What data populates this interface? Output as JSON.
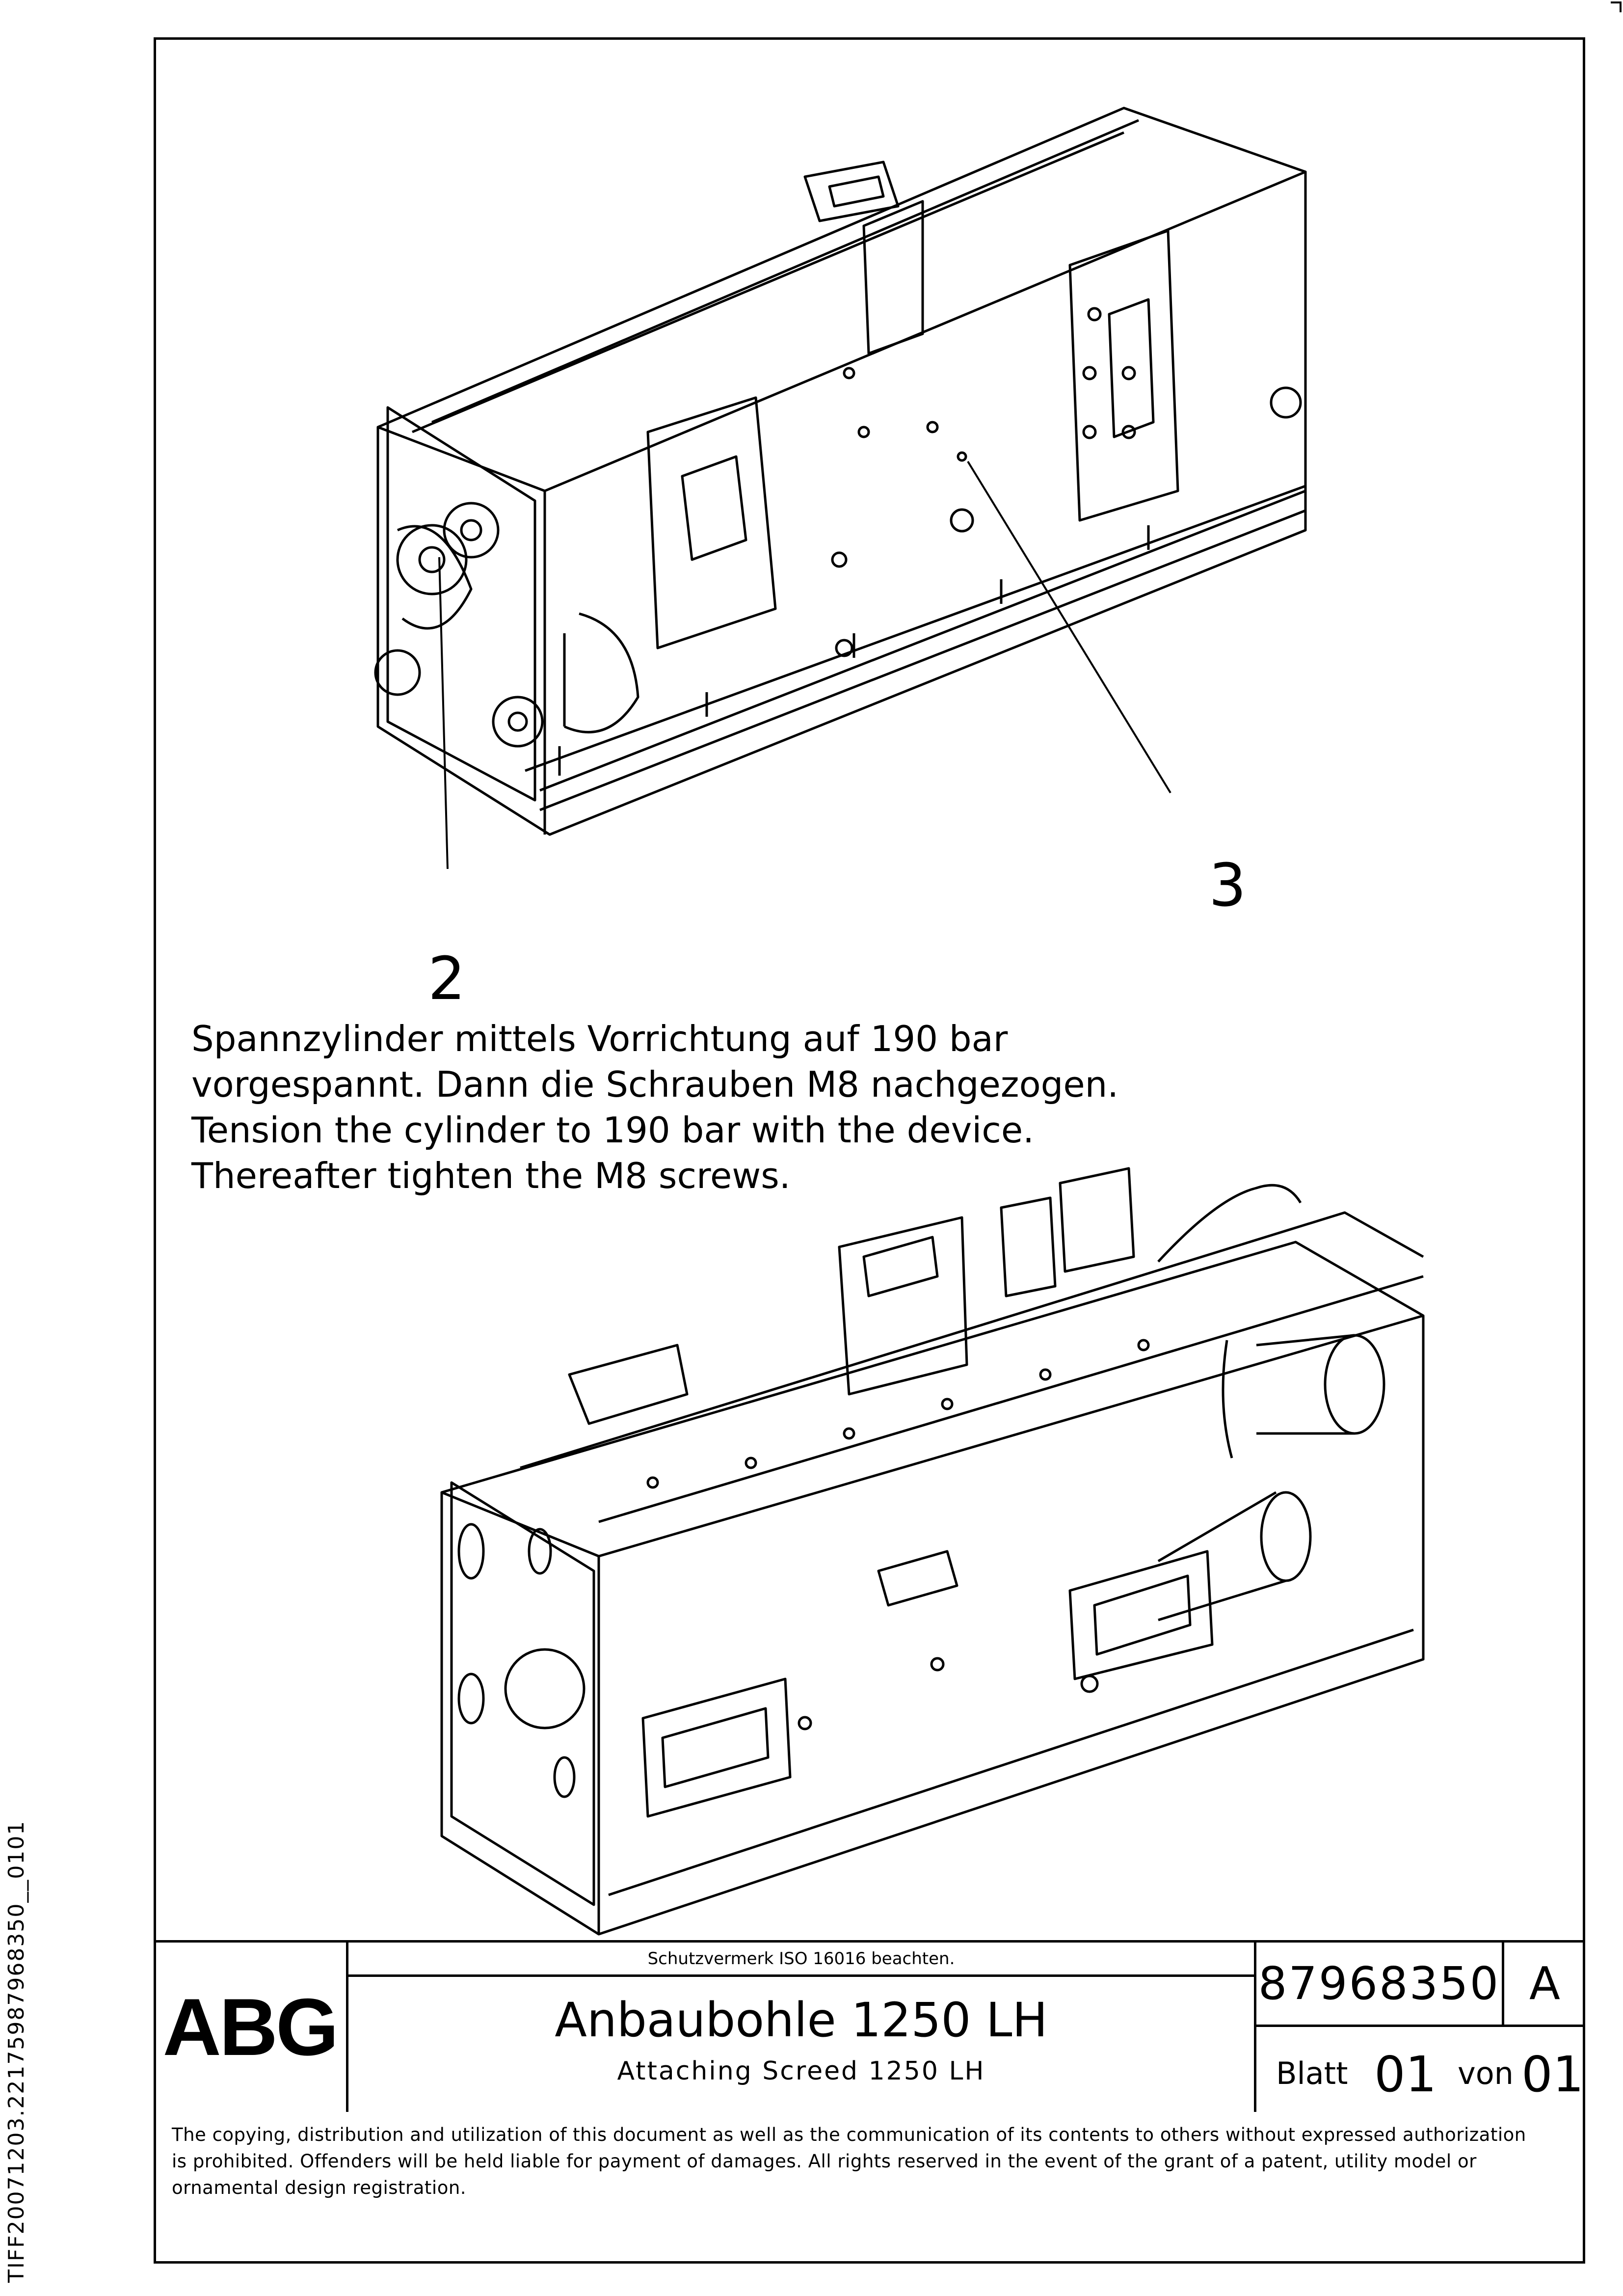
{
  "side_code": "TIFF20071203.22175987968350__0101",
  "callouts": {
    "c2": "2",
    "c3": "3"
  },
  "note": {
    "line1": "Spannzylinder mittels Vorrichtung auf 190 bar",
    "line2": "vorgespannt. Dann die Schrauben M8 nachgezogen.",
    "line3": "Tension the cylinder to 190 bar with the device.",
    "line4": "Thereafter tighten the M8 screws."
  },
  "title_block": {
    "logo": "ABG",
    "protection_note": "Schutzvermerk ISO 16016 beachten.",
    "title_de": "Anbaubohle 1250 LH",
    "title_en": "Attaching Screed 1250 LH",
    "drawing_number": "87968350",
    "revision": "A",
    "sheet_label": "Blatt",
    "sheet_number": "01",
    "of_label": "von",
    "sheet_total": "01"
  },
  "legal": {
    "line1": "The copying, distribution and utilization of this document as well as the communication of its contents to others without expressed authorization",
    "line2": "is prohibited. Offenders will be held liable for payment of damages. All rights reserved in the event of the grant of a patent, utility model or",
    "line3": "ornamental design registration."
  }
}
